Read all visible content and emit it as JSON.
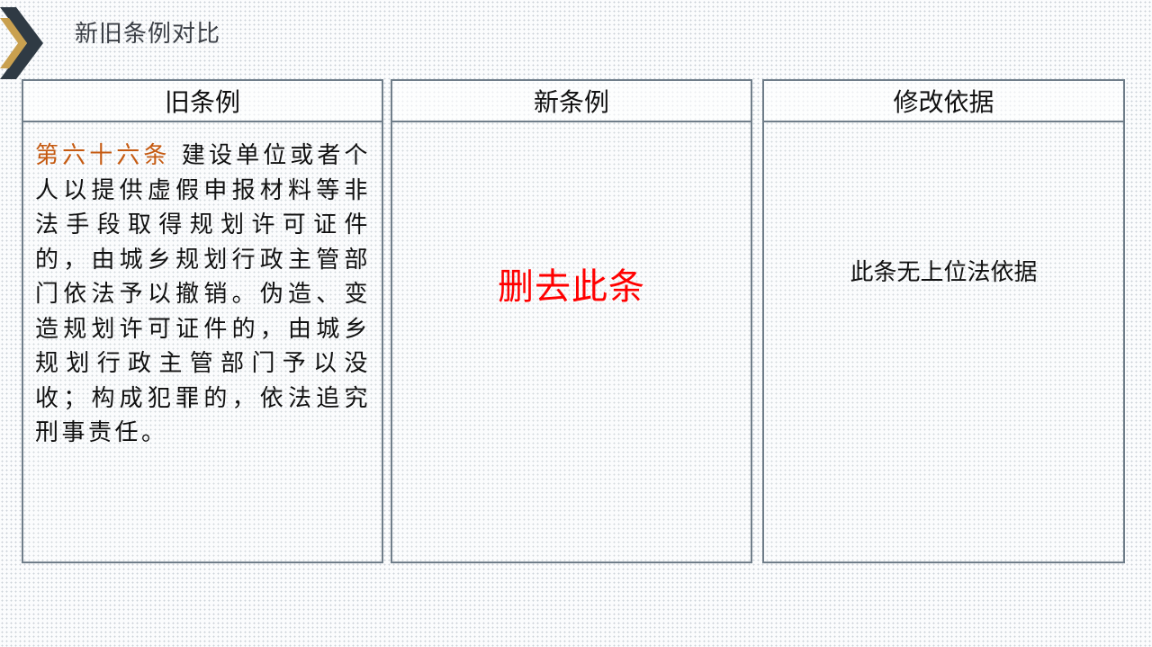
{
  "page": {
    "title": "新旧条例对比"
  },
  "columns": {
    "old": {
      "header": "旧条例",
      "article_number": "第六十六条",
      "article_text": "建设单位或者个人以提供虚假申报材料等非法手段取得规划许可证件的，由城乡规划行政主管部门依法予以撤销。伪造、变造规划许可证件的，由城乡规划行政主管部门予以没收；构成犯罪的，依法追究刑事责任。"
    },
    "new": {
      "header": "新条例",
      "content": "删去此条"
    },
    "basis": {
      "header": "修改依据",
      "content": "此条无上位法依据"
    }
  },
  "colors": {
    "article_number": "#c55a11",
    "deleted_text": "#ff0000",
    "border": "#6f7d89",
    "chevron_dark": "#2f3a44",
    "chevron_gold": "#c9a04f"
  },
  "icons": {
    "title_marker": "double-chevron-icon"
  }
}
